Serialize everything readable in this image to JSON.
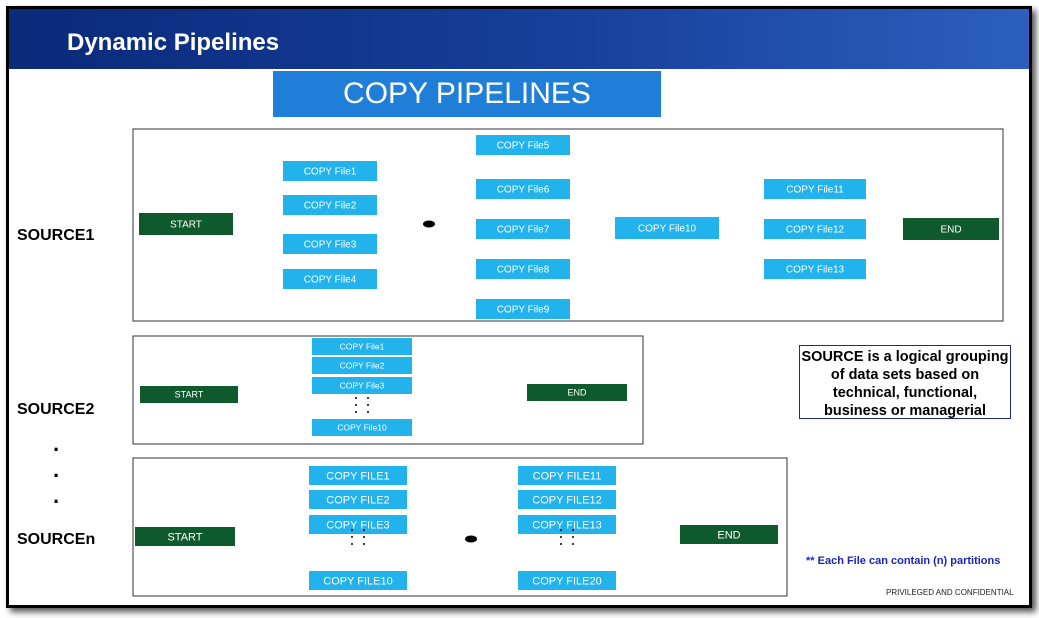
{
  "slide": {
    "title": "Dynamic Pipelines",
    "banner": "COPY PIPELINES",
    "dots": "·\n·\n·",
    "note_bold": "SOURCE",
    "note_rest": " is a logical grouping of data sets based on technical, functional, business or managerial",
    "partition_note": "** Each File can contain (n) partitions",
    "confidential": "PRIVILEGED AND CONFIDENTIAL"
  },
  "colors": {
    "title_bar": "#16409a",
    "banner": "#1f7ed8",
    "file_box": "#22b2ec",
    "start_end_box": "#0f5a2d",
    "arrow": "#ef7b3a",
    "note_border": "#1e2b8a"
  },
  "sources": [
    {
      "label": "SOURCE1",
      "start": "START",
      "end": "END",
      "stage1": [
        "COPY File1",
        "COPY File2",
        "COPY File3",
        "COPY File4"
      ],
      "stage2": [
        "COPY File5",
        "COPY File6",
        "COPY File7",
        "COPY File8",
        "COPY File9"
      ],
      "stage3": [
        "COPY File10"
      ],
      "stage4": [
        "COPY File11",
        "COPY File12",
        "COPY File13"
      ]
    },
    {
      "label": "SOURCE2",
      "start": "START",
      "end": "END",
      "stage1": [
        "COPY File1",
        "COPY File2",
        "COPY File3",
        "COPY File10"
      ]
    },
    {
      "label": "SOURCEn",
      "start": "START",
      "end": "END",
      "stage1": [
        "COPY FILE1",
        "COPY FILE2",
        "COPY FILE3",
        "COPY FILE10"
      ],
      "stage2": [
        "COPY FILE11",
        "COPY FILE12",
        "COPY FILE13",
        "COPY FILE20"
      ]
    }
  ]
}
